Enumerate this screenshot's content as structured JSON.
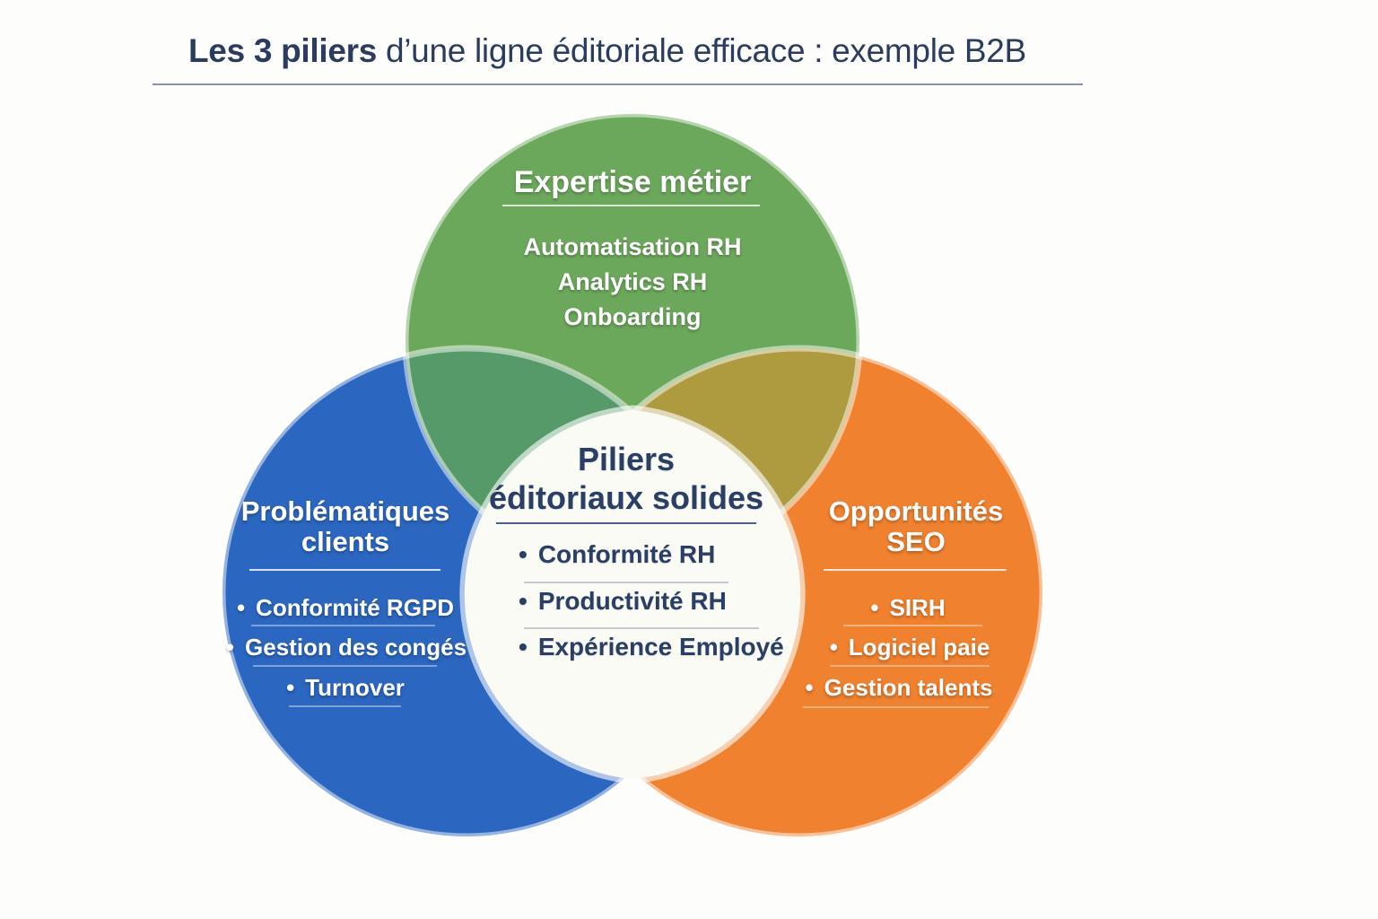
{
  "title": {
    "bold": "Les 3 piliers",
    "rest": " d’une ligne éditoriale efficace : exemple B2B"
  },
  "ui": {
    "bullet": "•"
  },
  "colors": {
    "background": "#fdfdfb",
    "title_navy": "#2b3c5e",
    "blue_circle": "#2b66c0",
    "orange_circle": "#f0812e",
    "green_circle": "#6ca85c",
    "green_blue_overlap": "#559a68",
    "green_orange_overlap": "#ae9a3f",
    "center_fill": "#fbfbf6",
    "center_text_navy": "#2a3f63"
  },
  "venn": {
    "top": {
      "heading": "Expertise métier",
      "items": [
        "Automatisation RH",
        "Analytics RH",
        "Onboarding"
      ]
    },
    "left": {
      "heading_line1": "Problématiques",
      "heading_line2": "clients",
      "items": [
        "Conformité RGPD",
        "Gestion des congés",
        "Turnover"
      ]
    },
    "right": {
      "heading_line1": "Opportunités",
      "heading_line2": "SEO",
      "items": [
        "SIRH",
        "Logiciel paie",
        "Gestion talents"
      ]
    },
    "center": {
      "heading_line1": "Piliers",
      "heading_line2": "éditoriaux solides",
      "items": [
        "Conformité RH",
        "Productivité RH",
        "Expérience Employé"
      ]
    }
  }
}
